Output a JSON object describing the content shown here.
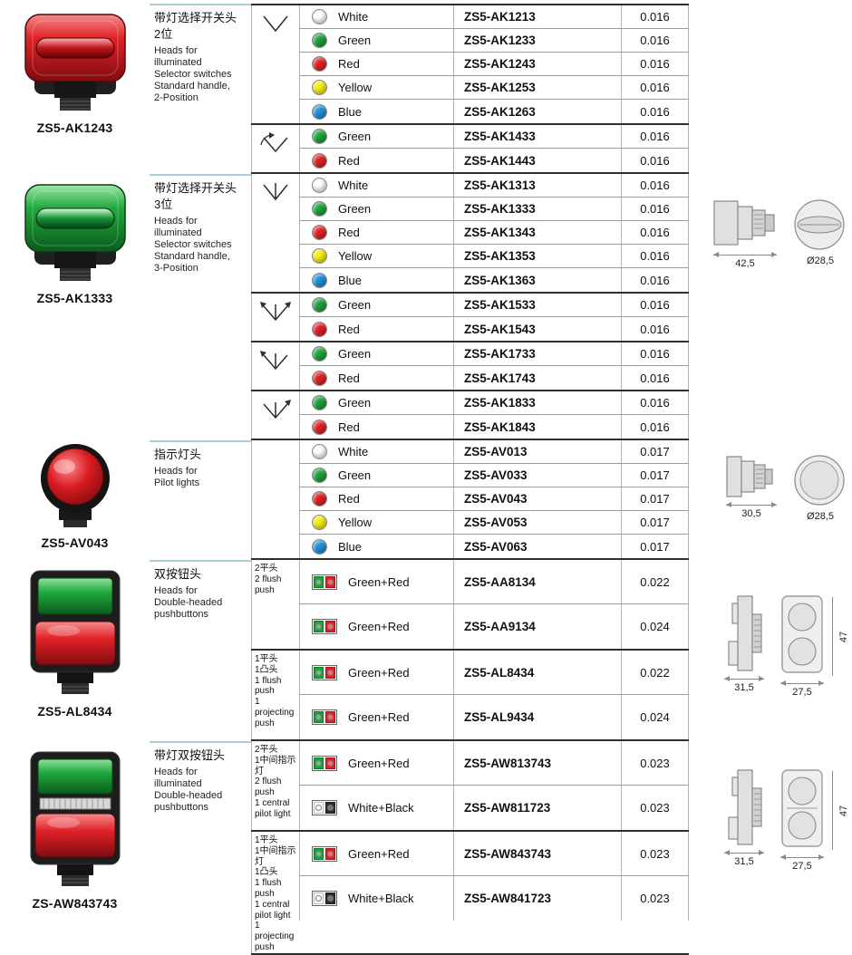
{
  "sections": [
    {
      "model": "ZS5-AK1243",
      "title_zh": "带灯选择开关头",
      "subtitle": "2位",
      "desc_en": "Heads for\nilluminated\nSelector switches\nStandard handle,\n2-Position",
      "groups": [
        {
          "rows": [
            {
              "color": "White",
              "hex": "#ffffff",
              "part": "ZS5-AK1213",
              "weight": "0.016"
            },
            {
              "color": "Green",
              "hex": "#1ca23c",
              "part": "ZS5-AK1233",
              "weight": "0.016"
            },
            {
              "color": "Red",
              "hex": "#e01f25",
              "part": "ZS5-AK1243",
              "weight": "0.016"
            },
            {
              "color": "Yellow",
              "hex": "#f6ee12",
              "part": "ZS5-AK1253",
              "weight": "0.016"
            },
            {
              "color": "Blue",
              "hex": "#1f8fdb",
              "part": "ZS5-AK1263",
              "weight": "0.016"
            }
          ]
        },
        {
          "rows": [
            {
              "color": "Green",
              "hex": "#1ca23c",
              "part": "ZS5-AK1433",
              "weight": "0.016"
            },
            {
              "color": "Red",
              "hex": "#e01f25",
              "part": "ZS5-AK1443",
              "weight": "0.016"
            }
          ]
        }
      ]
    },
    {
      "model": "ZS5-AK1333",
      "title_zh": "带灯选择开关头",
      "subtitle": "3位",
      "desc_en": "Heads for\nilluminated\nSelector switches\nStandard handle,\n3-Position",
      "groups": [
        {
          "rows": [
            {
              "color": "White",
              "hex": "#ffffff",
              "part": "ZS5-AK1313",
              "weight": "0.016"
            },
            {
              "color": "Green",
              "hex": "#1ca23c",
              "part": "ZS5-AK1333",
              "weight": "0.016"
            },
            {
              "color": "Red",
              "hex": "#e01f25",
              "part": "ZS5-AK1343",
              "weight": "0.016"
            },
            {
              "color": "Yellow",
              "hex": "#f6ee12",
              "part": "ZS5-AK1353",
              "weight": "0.016"
            },
            {
              "color": "Blue",
              "hex": "#1f8fdb",
              "part": "ZS5-AK1363",
              "weight": "0.016"
            }
          ]
        },
        {
          "rows": [
            {
              "color": "Green",
              "hex": "#1ca23c",
              "part": "ZS5-AK1533",
              "weight": "0.016"
            },
            {
              "color": "Red",
              "hex": "#e01f25",
              "part": "ZS5-AK1543",
              "weight": "0.016"
            }
          ]
        },
        {
          "rows": [
            {
              "color": "Green",
              "hex": "#1ca23c",
              "part": "ZS5-AK1733",
              "weight": "0.016"
            },
            {
              "color": "Red",
              "hex": "#e01f25",
              "part": "ZS5-AK1743",
              "weight": "0.016"
            }
          ]
        },
        {
          "rows": [
            {
              "color": "Green",
              "hex": "#1ca23c",
              "part": "ZS5-AK1833",
              "weight": "0.016"
            },
            {
              "color": "Red",
              "hex": "#e01f25",
              "part": "ZS5-AK1843",
              "weight": "0.016"
            }
          ]
        }
      ],
      "drawing": {
        "side_dim": "42,5",
        "front_dim": "Ø28,5"
      }
    },
    {
      "model": "ZS5-AV043",
      "title_zh": "指示灯头",
      "desc_en": "Heads for\nPilot lights",
      "groups": [
        {
          "rows": [
            {
              "color": "White",
              "hex": "#ffffff",
              "part": "ZS5-AV013",
              "weight": "0.017"
            },
            {
              "color": "Green",
              "hex": "#1ca23c",
              "part": "ZS5-AV033",
              "weight": "0.017"
            },
            {
              "color": "Red",
              "hex": "#e01f25",
              "part": "ZS5-AV043",
              "weight": "0.017"
            },
            {
              "color": "Yellow",
              "hex": "#f6ee12",
              "part": "ZS5-AV053",
              "weight": "0.017"
            },
            {
              "color": "Blue",
              "hex": "#1f8fdb",
              "part": "ZS5-AV063",
              "weight": "0.017"
            }
          ]
        }
      ],
      "drawing": {
        "side_dim": "30,5",
        "front_dim": "Ø28,5"
      }
    },
    {
      "model": "ZS5-AL8434",
      "title_zh": "双按钮头",
      "desc_en": "Heads for\nDouble-headed\npushbuttons",
      "groups": [
        {
          "variant": "2平头\n2 flush\npush",
          "rows": [
            {
              "color": "Green+Red",
              "left": "#1ca23c",
              "right": "#e01f25",
              "part": "ZS5-AA8134",
              "weight": "0.022"
            },
            {
              "color": "Green+Red",
              "left": "#1ca23c",
              "right": "#e01f25",
              "part": "ZS5-AA9134",
              "weight": "0.024"
            }
          ]
        },
        {
          "variant": "1平头\n1凸头\n1 flush\npush\n1 projecting\npush",
          "rows": [
            {
              "color": "Green+Red",
              "left": "#1ca23c",
              "right": "#e01f25",
              "part": "ZS5-AL8434",
              "weight": "0.022"
            },
            {
              "color": "Green+Red",
              "left": "#1ca23c",
              "right": "#e01f25",
              "part": "ZS5-AL9434",
              "weight": "0.024"
            }
          ]
        }
      ],
      "drawing": {
        "side_dim": "31,5",
        "front_w": "27,5",
        "front_h": "47"
      }
    },
    {
      "model": "ZS-AW843743",
      "title_zh": "带灯双按钮头",
      "desc_en": "Heads for\nilluminated\nDouble-headed\npushbuttons",
      "groups": [
        {
          "variant": "2平头\n1中间指示灯\n2 flush\npush\n1 central\npilot light",
          "rows": [
            {
              "color": "Green+Red",
              "left": "#1ca23c",
              "right": "#e01f25",
              "part": "ZS5-AW813743",
              "weight": "0.023"
            },
            {
              "color": "White+Black",
              "left": "#ffffff",
              "right": "#2b2b2b",
              "part": "ZS5-AW811723",
              "weight": "0.023"
            }
          ]
        },
        {
          "variant": "1平头\n1中间指示灯\n1凸头\n1 flush push\n1 central\npilot light\n1 projecting\npush",
          "rows": [
            {
              "color": "Green+Red",
              "left": "#1ca23c",
              "right": "#e01f25",
              "part": "ZS5-AW843743",
              "weight": "0.023"
            },
            {
              "color": "White+Black",
              "left": "#ffffff",
              "right": "#2b2b2b",
              "part": "ZS5-AW841723",
              "weight": "0.023"
            }
          ]
        }
      ],
      "drawing": {
        "side_dim": "31,5",
        "front_w": "27,5",
        "front_h": "47"
      }
    }
  ]
}
